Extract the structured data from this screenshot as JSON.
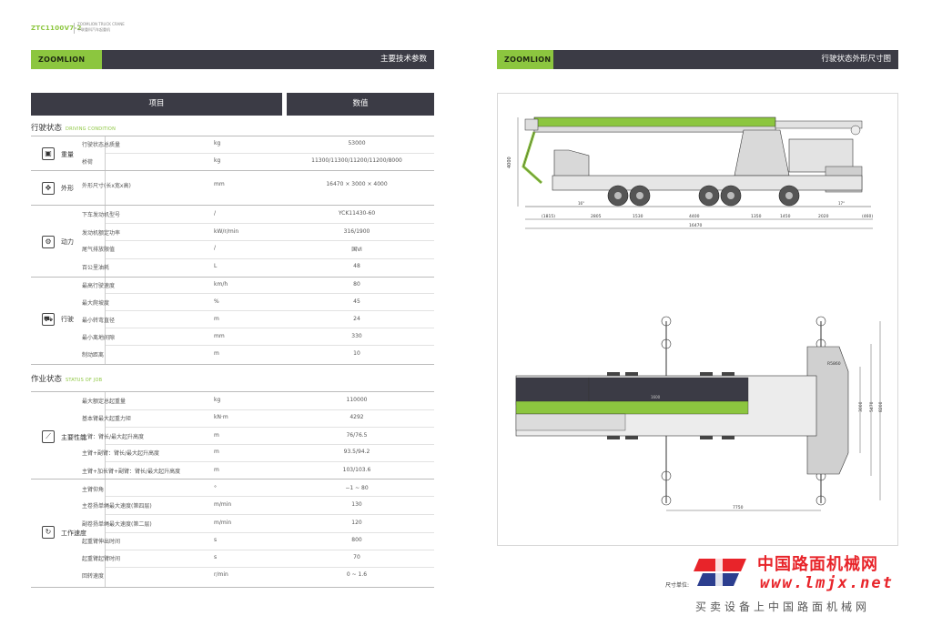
{
  "header": {
    "model": "ZTC1100V7-2",
    "sub1": "ZOOMLION TRUCK CRANE",
    "sub2": "中联重科汽车起重机"
  },
  "left_bar": {
    "logo": "ZOOMLION",
    "title": "主要技术参数"
  },
  "right_bar": {
    "logo": "ZOOMLION",
    "title": "行驶状态外形尺寸图"
  },
  "table_head": {
    "item": "项目",
    "value": "数值"
  },
  "driving_section": {
    "cn": "行驶状态",
    "en": "DRIVING CONDITION"
  },
  "job_section": {
    "cn": "作业状态",
    "en": "STATUS OF JOB"
  },
  "groups": [
    {
      "label": "重量",
      "icon": "scale-icon",
      "rows": [
        {
          "name": "行驶状态总质量",
          "unit": "kg",
          "value": "53000"
        },
        {
          "name": "桥荷",
          "unit": "kg",
          "value": "11300/11300/11200/11200/8000"
        }
      ]
    },
    {
      "label": "外形",
      "icon": "dimension-icon",
      "rows": [
        {
          "name": "外形尺寸(长x宽x高)",
          "unit": "mm",
          "value": "16470 × 3000 × 4000"
        }
      ]
    },
    {
      "label": "动力",
      "icon": "engine-icon",
      "rows": [
        {
          "name": "下车发动机型号",
          "unit": "/",
          "value": "YCK11430-60"
        },
        {
          "name": "发动机额定功率",
          "unit": "kW/r/min",
          "value": "316/1900"
        },
        {
          "name": "尾气排放限值",
          "unit": "/",
          "value": "国Ⅵ"
        },
        {
          "name": "百公里油耗",
          "unit": "L",
          "value": "48"
        }
      ]
    },
    {
      "label": "行驶",
      "icon": "truck-icon",
      "rows": [
        {
          "name": "最高行驶速度",
          "unit": "km/h",
          "value": "80"
        },
        {
          "name": "最大爬坡度",
          "unit": "%",
          "value": "45"
        },
        {
          "name": "最小转弯直径",
          "unit": "m",
          "value": "24"
        },
        {
          "name": "最小离地间隙",
          "unit": "mm",
          "value": "330"
        },
        {
          "name": "制动距离",
          "unit": "m",
          "value": "10"
        }
      ]
    },
    {
      "label": "主要性能",
      "icon": "boom-icon",
      "rows": [
        {
          "name": "最大额定总起重量",
          "unit": "kg",
          "value": "110000"
        },
        {
          "name": "基本臂最大起重力矩",
          "unit": "kN·m",
          "value": "4292"
        },
        {
          "name": "主臂：臂长/最大起升高度",
          "unit": "m",
          "value": "76/76.5"
        },
        {
          "name": "主臂+副臂：臂长/最大起升高度",
          "unit": "m",
          "value": "93.5/94.2"
        },
        {
          "name": "主臂+加长臂+副臂：臂长/最大起升高度",
          "unit": "m",
          "value": "103/103.6"
        }
      ]
    },
    {
      "label": "工作速度",
      "icon": "speed-icon",
      "rows": [
        {
          "name": "主臂仰角",
          "unit": "°",
          "value": "−1 ~ 80"
        },
        {
          "name": "主卷扬单绳最大速度(第四层)",
          "unit": "m/min",
          "value": "130"
        },
        {
          "name": "副卷扬单绳最大速度(第二层)",
          "unit": "m/min",
          "value": "120"
        },
        {
          "name": "起重臂伸出时间",
          "unit": "s",
          "value": "800"
        },
        {
          "name": "起重臂起臂时间",
          "unit": "s",
          "value": "70"
        },
        {
          "name": "回转速度",
          "unit": "r/min",
          "value": "0 ~ 1.6"
        }
      ]
    }
  ],
  "side_dims": {
    "height": "4000",
    "d1": "(1815)",
    "d2": "2805",
    "d3": "1530",
    "d4": "4400",
    "d5": "1350",
    "d6": "1450",
    "d7": "2020",
    "d8": "(460)",
    "total": "16470",
    "a1": "16°",
    "a2": "17°"
  },
  "top_dims": {
    "r": "R5860",
    "w1": "3000",
    "w2": "5470",
    "w3": "8200",
    "len": "7750",
    "mid": "1600"
  },
  "colors": {
    "green": "#8cc63f",
    "dark": "#3b3b45",
    "red": "#e8242a"
  },
  "unit_label": "尺寸单位:",
  "watermark": {
    "cn": "中国路面机械网",
    "url": "www.lmjx.net",
    "slogan": "买卖设备上中国路面机械网"
  }
}
